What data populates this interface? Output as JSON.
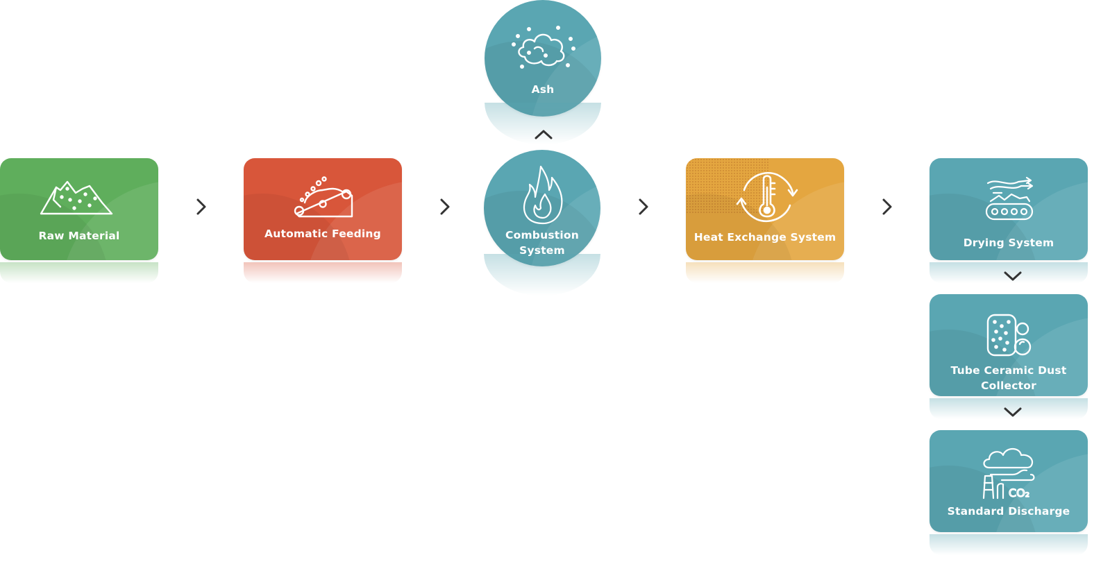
{
  "colors": {
    "green": "#5fae5c",
    "red": "#d8563a",
    "teal": "#5aa6b2",
    "orange": "#e4a640",
    "arrow": "#333333"
  },
  "nodes": {
    "raw_material": {
      "label": "Raw Material",
      "icon": "pile-of-material-icon"
    },
    "automatic_feeding": {
      "label": "Automatic Feeding",
      "icon": "conveyor-feeder-icon"
    },
    "combustion_system": {
      "label_line1": "Combustion",
      "label_line2": "System",
      "icon": "flame-icon"
    },
    "ash": {
      "label": "Ash",
      "icon": "ash-cloud-icon"
    },
    "heat_exchange_system": {
      "label": "Heat Exchange System",
      "icon": "thermometer-cycle-icon"
    },
    "drying_system": {
      "label": "Drying System",
      "icon": "dryer-conveyor-icon"
    },
    "tube_ceramic_dust_collector": {
      "label_line1": "Tube Ceramic Dust",
      "label_line2": "Collector",
      "icon": "dust-collector-icon"
    },
    "standard_discharge": {
      "label": "Standard Discharge",
      "icon": "co2-chimney-icon",
      "icon_text": "CO₂"
    }
  },
  "arrows": [
    "right",
    "right",
    "up",
    "right",
    "right",
    "down",
    "down"
  ]
}
